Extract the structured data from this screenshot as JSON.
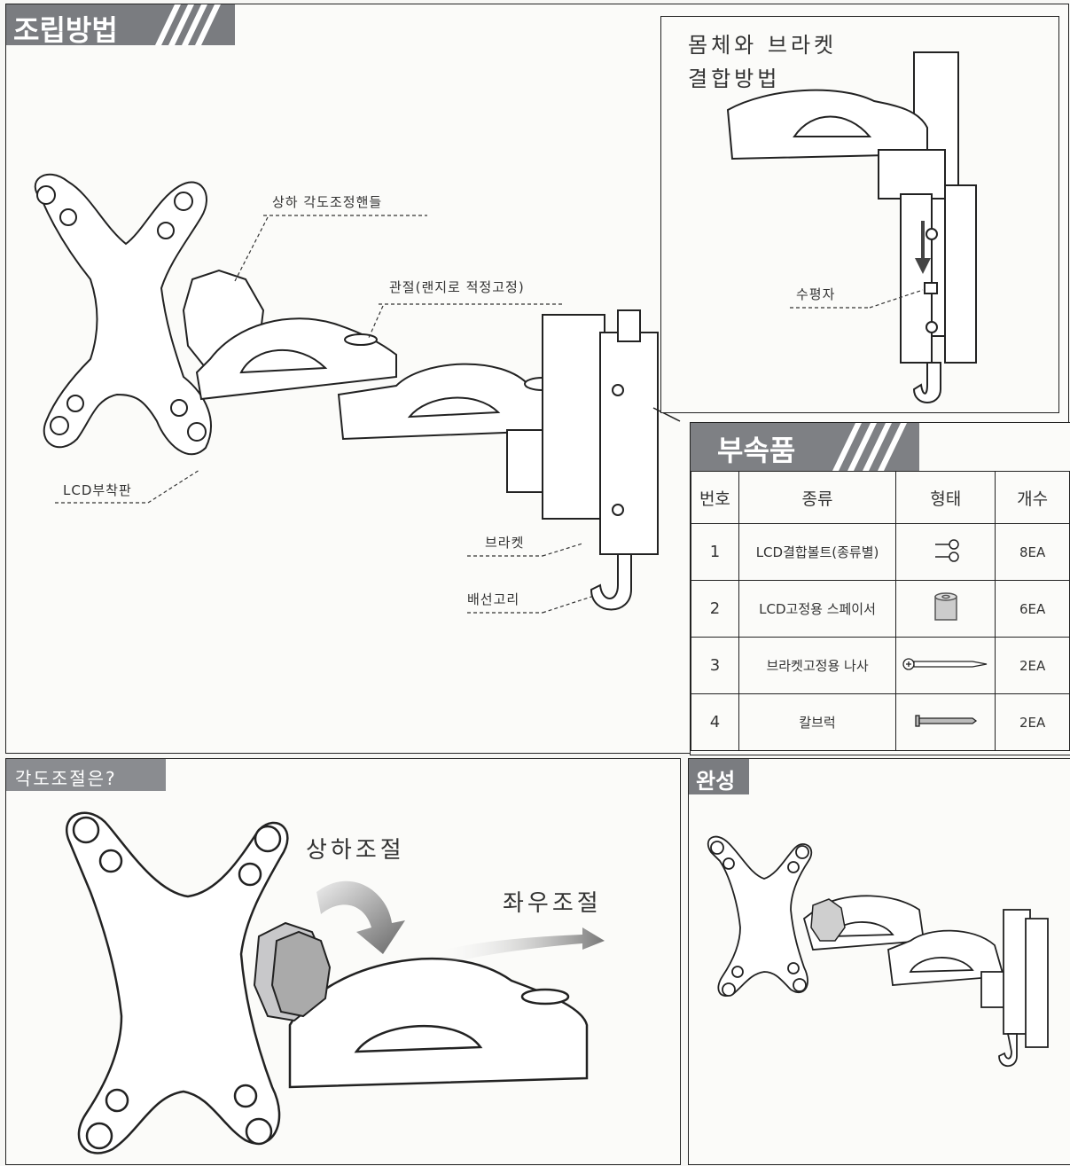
{
  "main_panel": {
    "title": "조립방법",
    "labels": {
      "tilt_handle": "상하 각도조정핸들",
      "joint": "관절(랜지로 적정고정)",
      "lcd_plate": "LCD부착판",
      "bracket": "브라켓",
      "cable_hook": "배선고리"
    }
  },
  "bracket_panel": {
    "title_line1": "몸체와 브라켓",
    "title_line2": "결합방법",
    "level_label": "수평자"
  },
  "parts_panel": {
    "title": "부속품",
    "headers": [
      "번호",
      "종류",
      "형태",
      "개수"
    ],
    "rows": [
      {
        "no": "1",
        "name": "LCD결합볼트(종류별)",
        "icon": "bolt-icon",
        "qty": "8EA"
      },
      {
        "no": "2",
        "name": "LCD고정용 스페이서",
        "icon": "spacer-icon",
        "qty": "6EA"
      },
      {
        "no": "3",
        "name": "브라켓고정용 나사",
        "icon": "screw-icon",
        "qty": "2EA"
      },
      {
        "no": "4",
        "name": "칼브럭",
        "icon": "wall-anchor-icon",
        "qty": "2EA"
      }
    ]
  },
  "angle_panel": {
    "title": "각도조절은?",
    "tilt_label": "상하조절",
    "swivel_label": "좌우조절"
  },
  "complete_panel": {
    "title": "완성"
  }
}
